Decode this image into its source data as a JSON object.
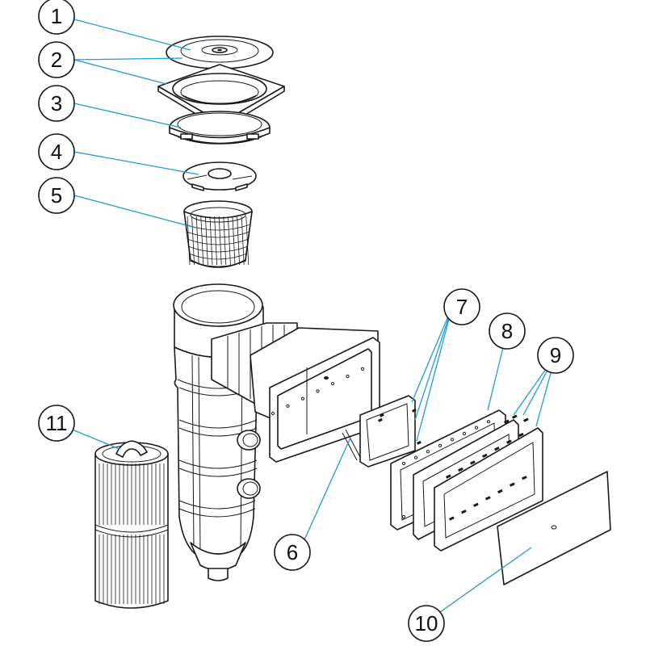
{
  "callouts": [
    {
      "id": "1",
      "label": "1"
    },
    {
      "id": "2",
      "label": "2"
    },
    {
      "id": "3",
      "label": "3"
    },
    {
      "id": "4",
      "label": "4"
    },
    {
      "id": "5",
      "label": "5"
    },
    {
      "id": "6",
      "label": "6"
    },
    {
      "id": "7",
      "label": "7"
    },
    {
      "id": "8",
      "label": "8"
    },
    {
      "id": "9",
      "label": "9"
    },
    {
      "id": "10",
      "label": "10"
    },
    {
      "id": "11",
      "label": "11"
    }
  ],
  "colors": {
    "leader": "#1f9bd6",
    "outline": "#1a1a1a",
    "background": "#ffffff"
  }
}
